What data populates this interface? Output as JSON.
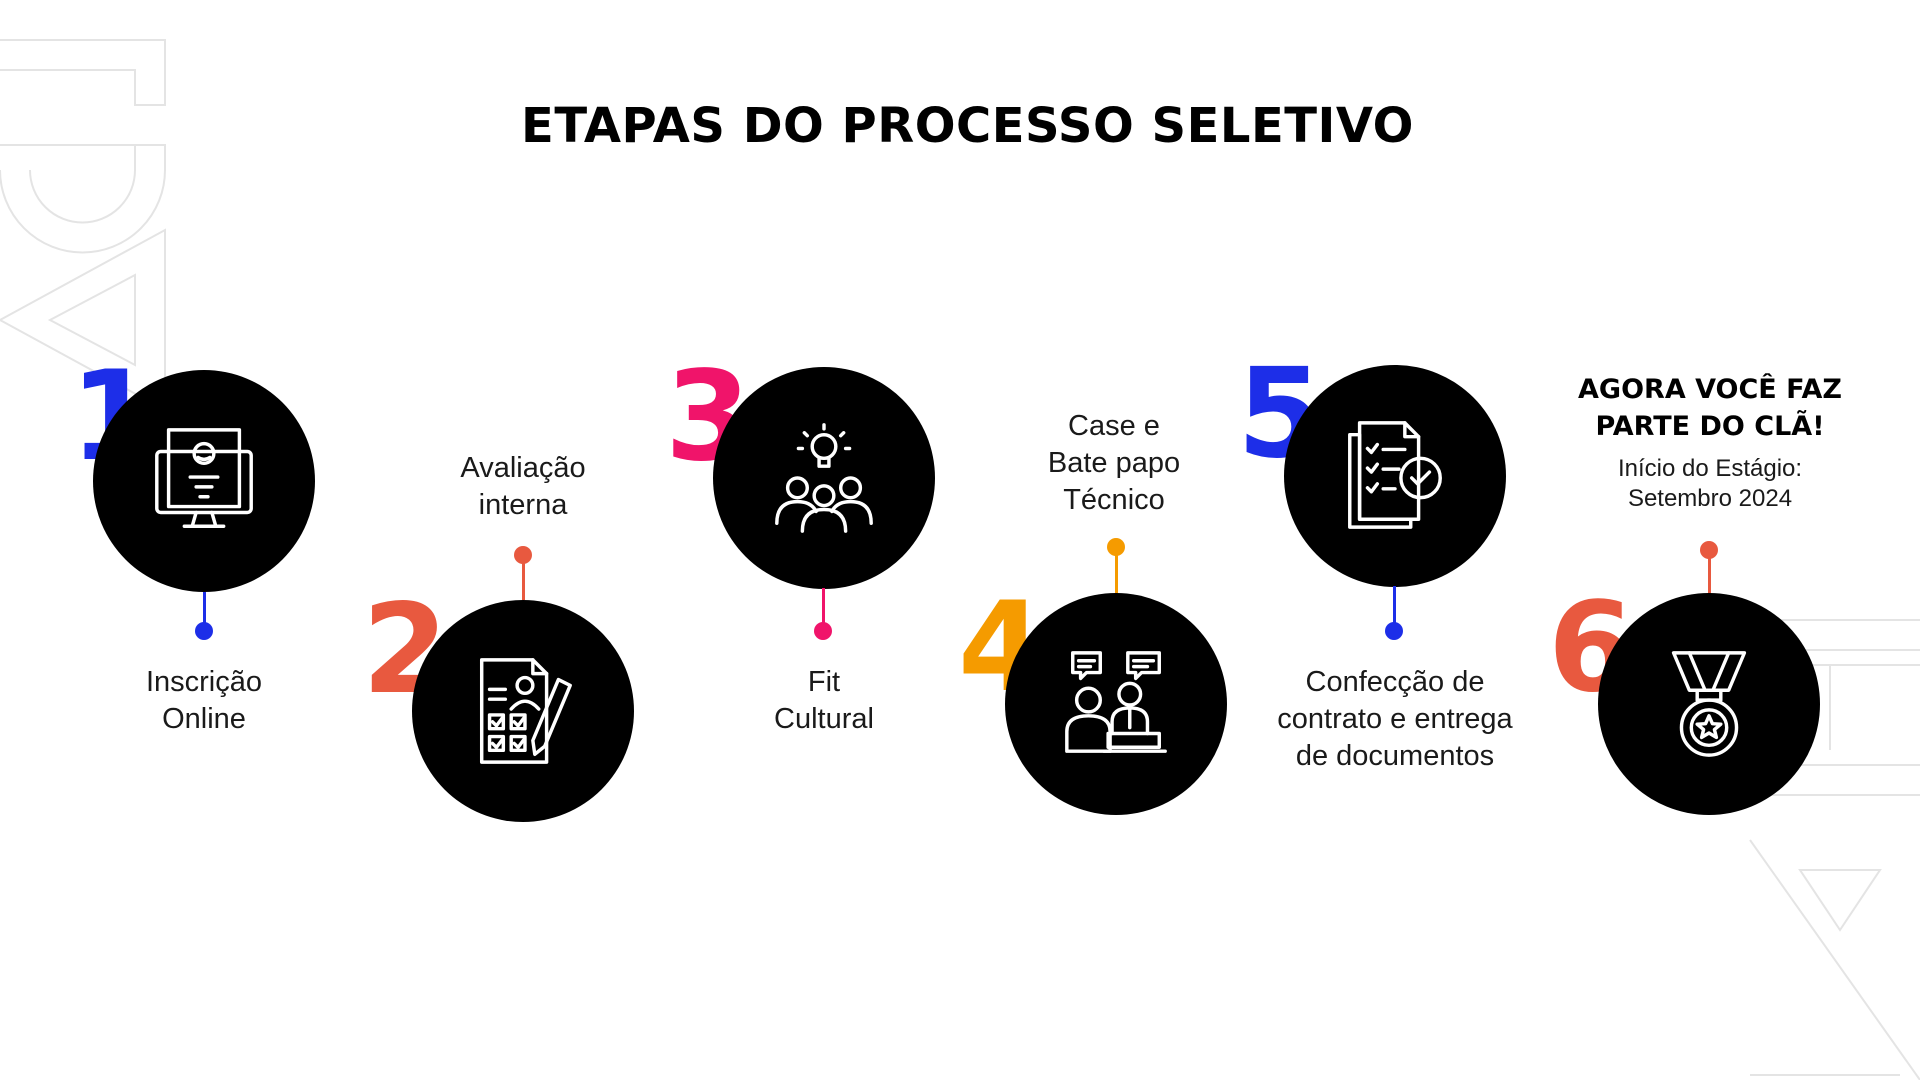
{
  "title": "ETAPAS DO PROCESSO SELETIVO",
  "colors": {
    "blue": "#1d2ee8",
    "coral": "#e8593f",
    "pink": "#f0146a",
    "orange": "#f59b00",
    "circle": "#000000",
    "deco": "#e4e4e4"
  },
  "steps": [
    {
      "number": "1",
      "label": "Inscrição\nOnline",
      "icon": "monitor-profile-icon",
      "color": "blue"
    },
    {
      "number": "2",
      "label": "Avaliação\ninterna",
      "icon": "checklist-form-icon",
      "color": "coral"
    },
    {
      "number": "3",
      "label": "Fit\nCultural",
      "icon": "team-idea-icon",
      "color": "pink"
    },
    {
      "number": "4",
      "label": "Case e\nBate papo\nTécnico",
      "icon": "conversation-icon",
      "color": "orange"
    },
    {
      "number": "5",
      "label": "Confecção de\ncontrato e entrega\nde documentos",
      "icon": "document-check-icon",
      "color": "blue"
    },
    {
      "number": "6",
      "heading": "AGORA VOCÊ FAZ\nPARTE DO CLÃ!",
      "subtext": "Início do Estágio:\nSetembro 2024",
      "icon": "medal-star-icon",
      "color": "coral"
    }
  ]
}
